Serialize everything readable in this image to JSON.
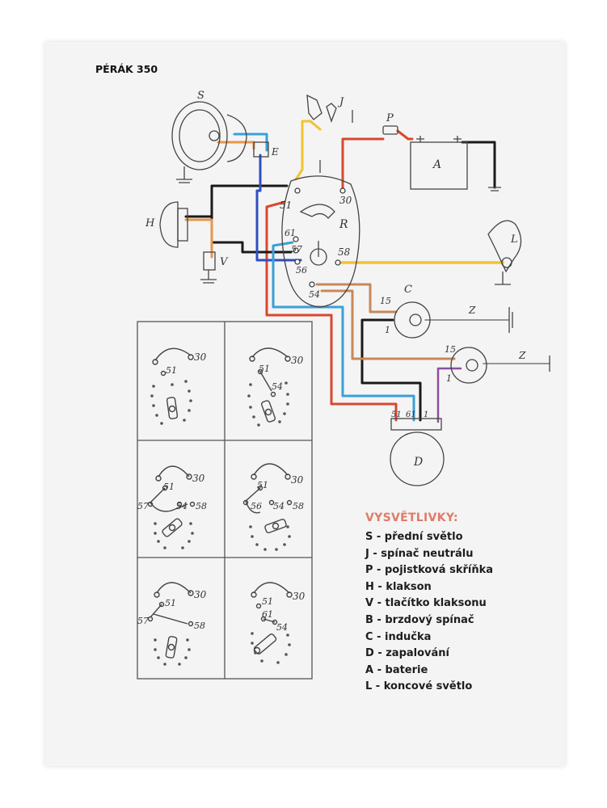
{
  "title": "PÉRÁK 350",
  "components": {
    "S": "S",
    "J": "J",
    "P": "P",
    "E": "E",
    "A": "A",
    "H": "H",
    "V": "V",
    "R": "R",
    "L": "L",
    "C": "C",
    "Z1": "Z",
    "Z2": "Z",
    "D": "D"
  },
  "terminals": {
    "switch_51": "51",
    "switch_30": "30",
    "switch_61": "61",
    "switch_57": "57",
    "switch_56": "56",
    "switch_58": "58",
    "switch_54": "54",
    "coil1_15": "15",
    "coil1_1": "1",
    "coil2_15": "15",
    "coil2_1": "1",
    "dyn_51": "51",
    "dyn_61": "61",
    "dyn_1": "1"
  },
  "positions": [
    {
      "labels": [
        "30",
        "51"
      ]
    },
    {
      "labels": [
        "30",
        "51",
        "54"
      ]
    },
    {
      "labels": [
        "30",
        "51",
        "57",
        "54",
        "58"
      ]
    },
    {
      "labels": [
        "30",
        "51",
        "56",
        "54",
        "58"
      ]
    },
    {
      "labels": [
        "30",
        "51",
        "57",
        "58"
      ]
    },
    {
      "labels": [
        "30",
        "51",
        "61",
        "54"
      ]
    }
  ],
  "legend": {
    "heading": "VYSVĚTLIVKY:",
    "items": [
      "S - přední světlo",
      "J - spínač neutrálu",
      "P - pojistková skříňka",
      "H - klakson",
      "V - tlačítko klaksonu",
      "B - brzdový spínač",
      "C - indučka",
      "D - zapalování",
      "A - baterie",
      "L - koncové světlo"
    ]
  },
  "wire_colors": {
    "red": "#d9472f",
    "black": "#1a1a1a",
    "blue": "#2f4fbf",
    "lightblue": "#3aa0d8",
    "yellow": "#f2c230",
    "orange": "#e8964a",
    "brown": "#c9875a",
    "purple": "#8b4f9e"
  }
}
